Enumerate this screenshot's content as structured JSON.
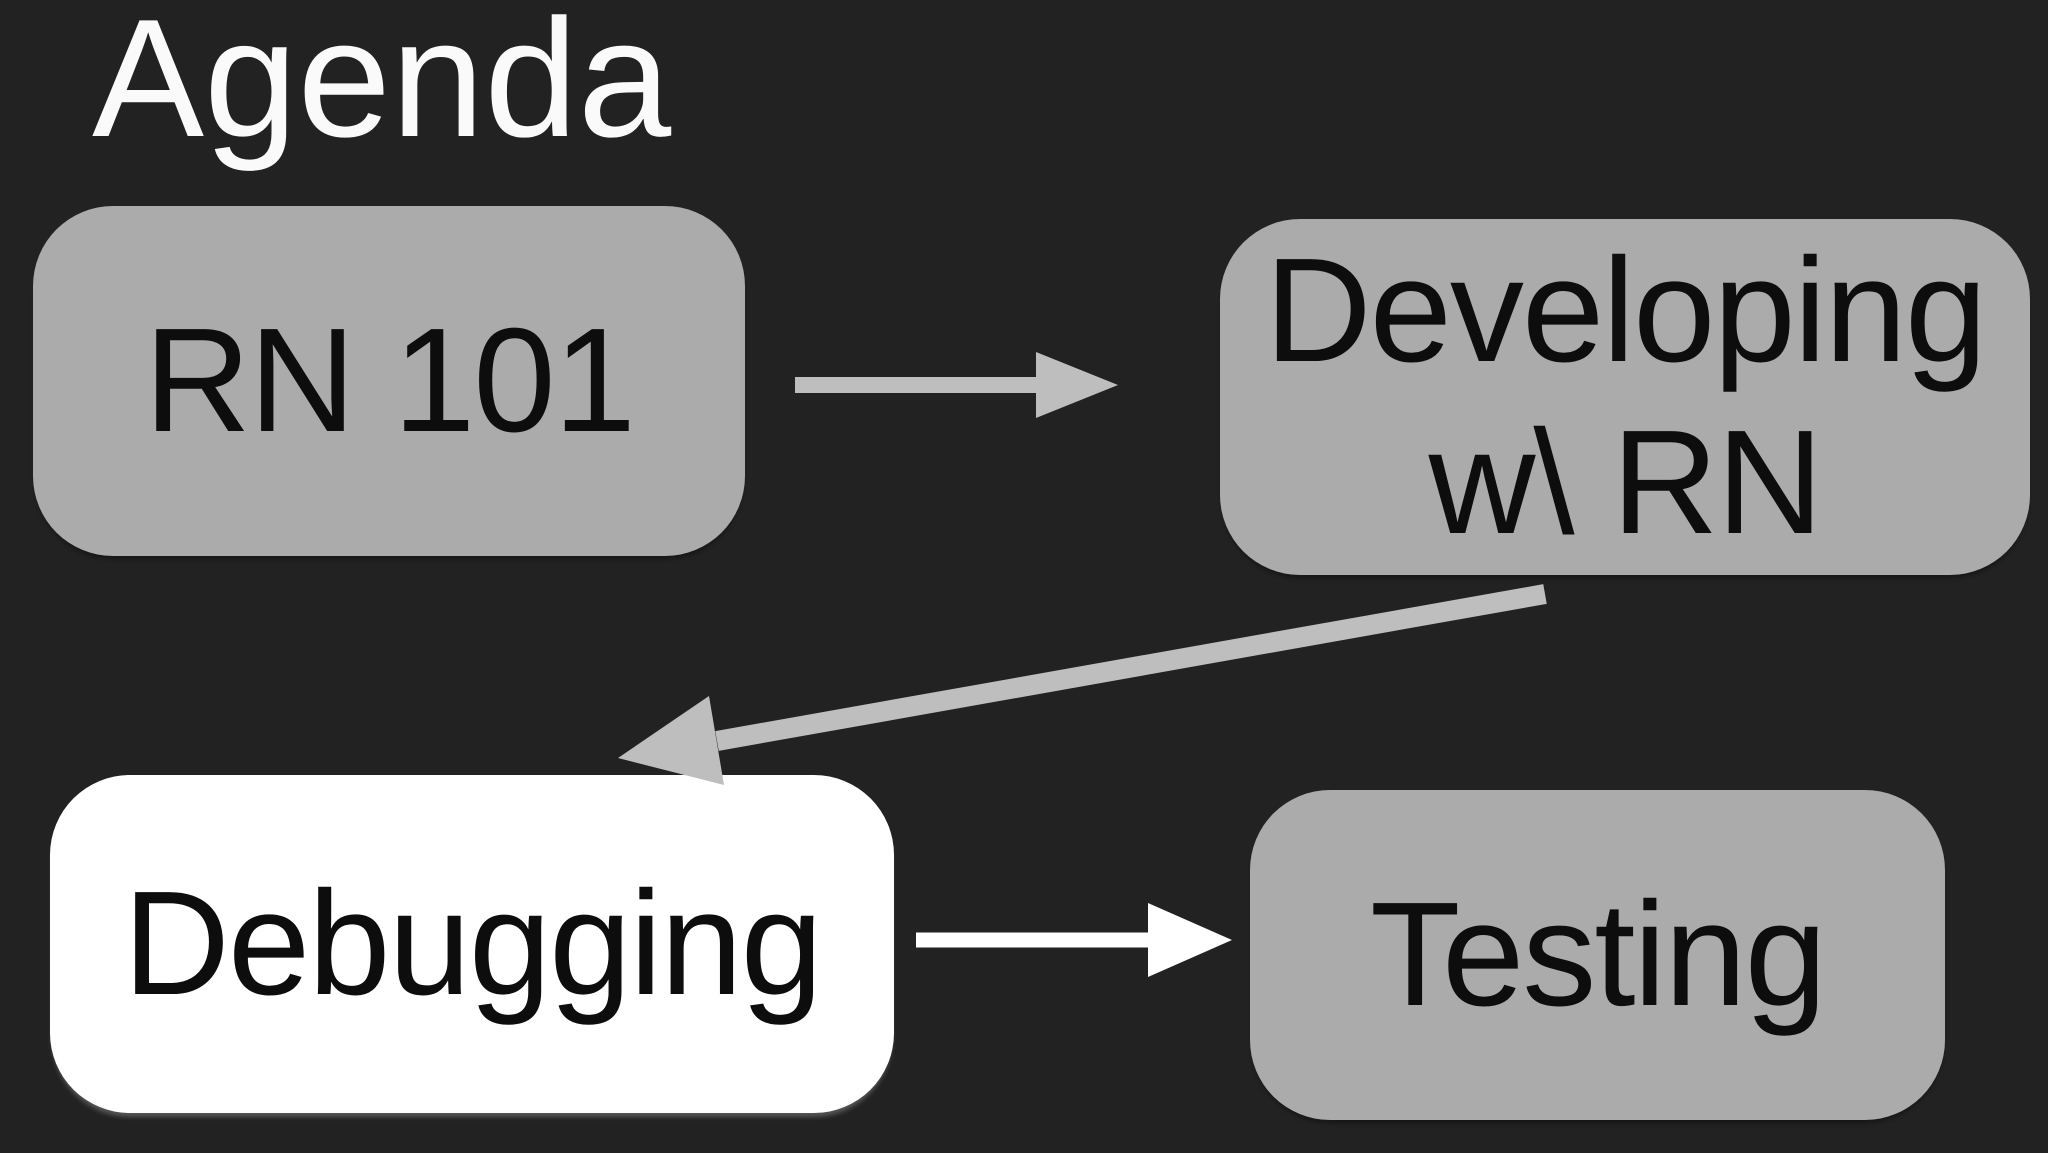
{
  "title": "Agenda",
  "colors": {
    "background": "#222222",
    "node-gray": "#ABABAB",
    "node-white": "#FFFFFF",
    "node-text": "#0D0D0D",
    "title-text": "#FAFAFA",
    "arrow-gray": "#BEBEBE",
    "arrow-white": "#FFFFFF"
  },
  "nodes": [
    {
      "id": "rn-101",
      "label": "RN 101",
      "variant": "gray"
    },
    {
      "id": "developing",
      "label": "Developing\nw\\ RN",
      "variant": "gray"
    },
    {
      "id": "debugging",
      "label": "Debugging",
      "variant": "white"
    },
    {
      "id": "testing",
      "label": "Testing",
      "variant": "gray"
    }
  ],
  "edges": [
    {
      "from": "rn-101",
      "to": "developing",
      "color": "gray"
    },
    {
      "from": "developing",
      "to": "debugging",
      "color": "gray"
    },
    {
      "from": "debugging",
      "to": "testing",
      "color": "white"
    }
  ]
}
